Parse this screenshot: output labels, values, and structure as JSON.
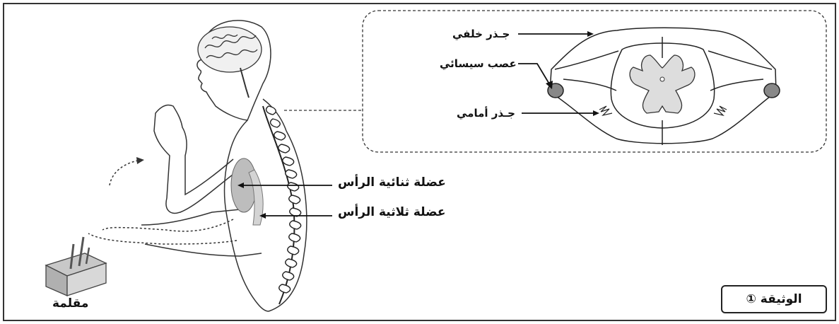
{
  "labels": {
    "biceps": "عضلة ثنائية الرأس",
    "triceps": "عضلة ثلاثية الرأس",
    "dorsal_root": "جـذر خلفي",
    "spinal_nerve": "عصب سيسائي",
    "ventral_root": "جـذر أمامي",
    "pen_cup": "مقلمة"
  },
  "document": {
    "label": "الوثيقة ①"
  }
}
